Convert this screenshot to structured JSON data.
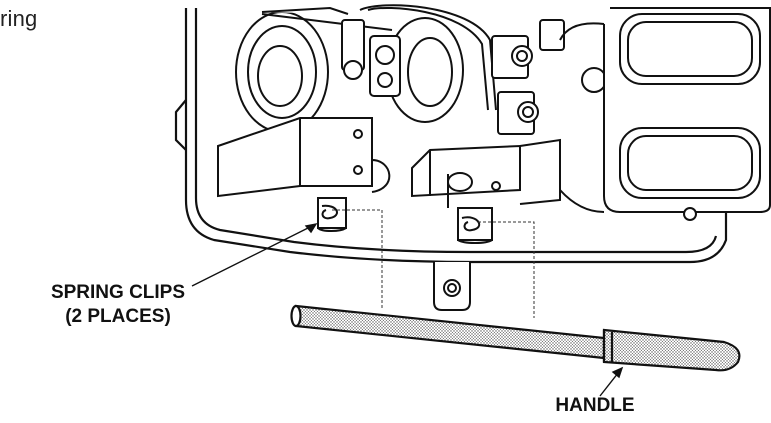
{
  "fragment_text": "ring",
  "labels": {
    "spring_clips_line1": "SPRING CLIPS",
    "spring_clips_line2": "(2 PLACES)",
    "handle": "HANDLE"
  },
  "colors": {
    "ink": "#111111",
    "paper": "#ffffff",
    "stipple": "#c9c9c9"
  }
}
